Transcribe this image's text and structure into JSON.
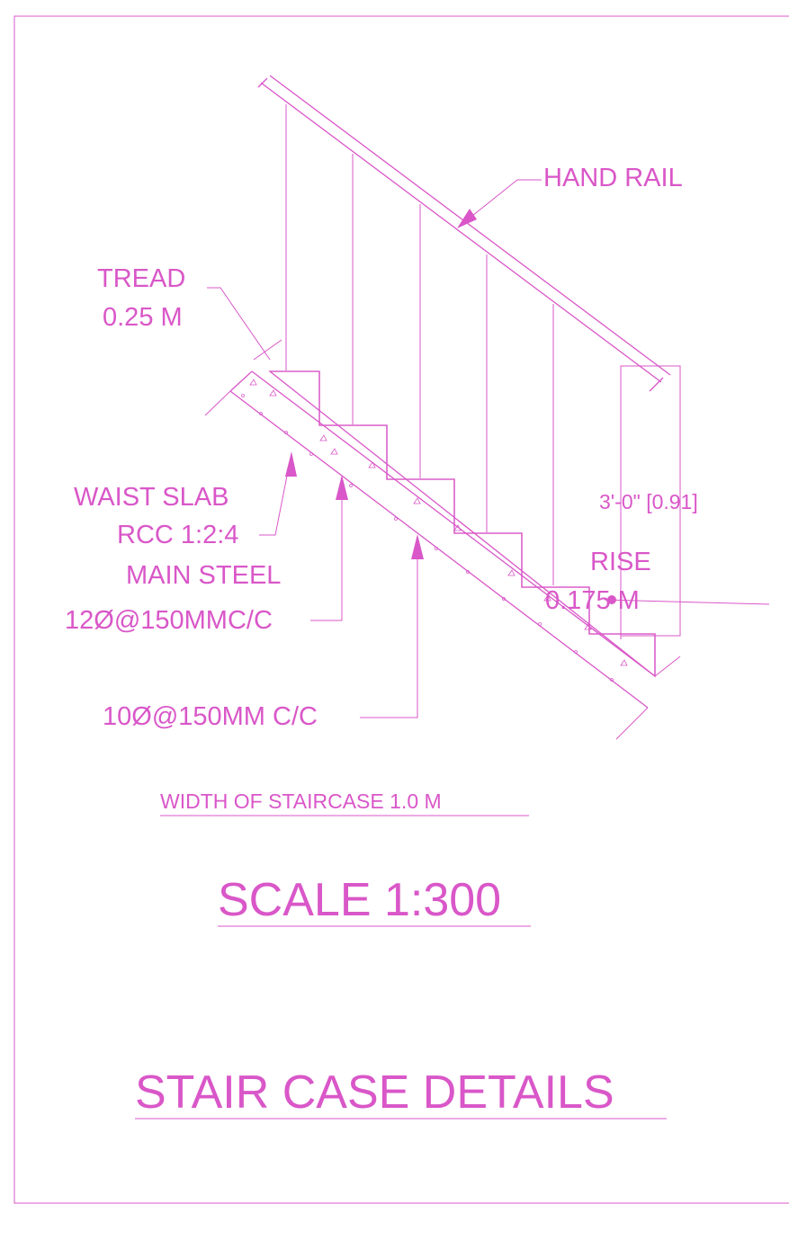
{
  "colors": {
    "ink": "#d957c8",
    "background": "#ffffff"
  },
  "labels": {
    "hand_rail": "HAND RAIL",
    "tread_line1": "TREAD",
    "tread_line2": "0.25 M",
    "waist_line1": "WAIST SLAB",
    "waist_line2": "RCC 1:2:4",
    "main_steel_line1": "MAIN STEEL",
    "main_steel_line2": "12Ø@150MMC/C",
    "dist_steel": "10Ø@150MM C/C",
    "height_dim": "3'-0\" [0.91]",
    "rise_line1": "RISE",
    "rise_line2": "0.175 M"
  },
  "notes": {
    "width": "WIDTH OF STAIRCASE 1.0 M",
    "scale": "SCALE 1:300",
    "title": "STAIR CASE DETAILS"
  }
}
